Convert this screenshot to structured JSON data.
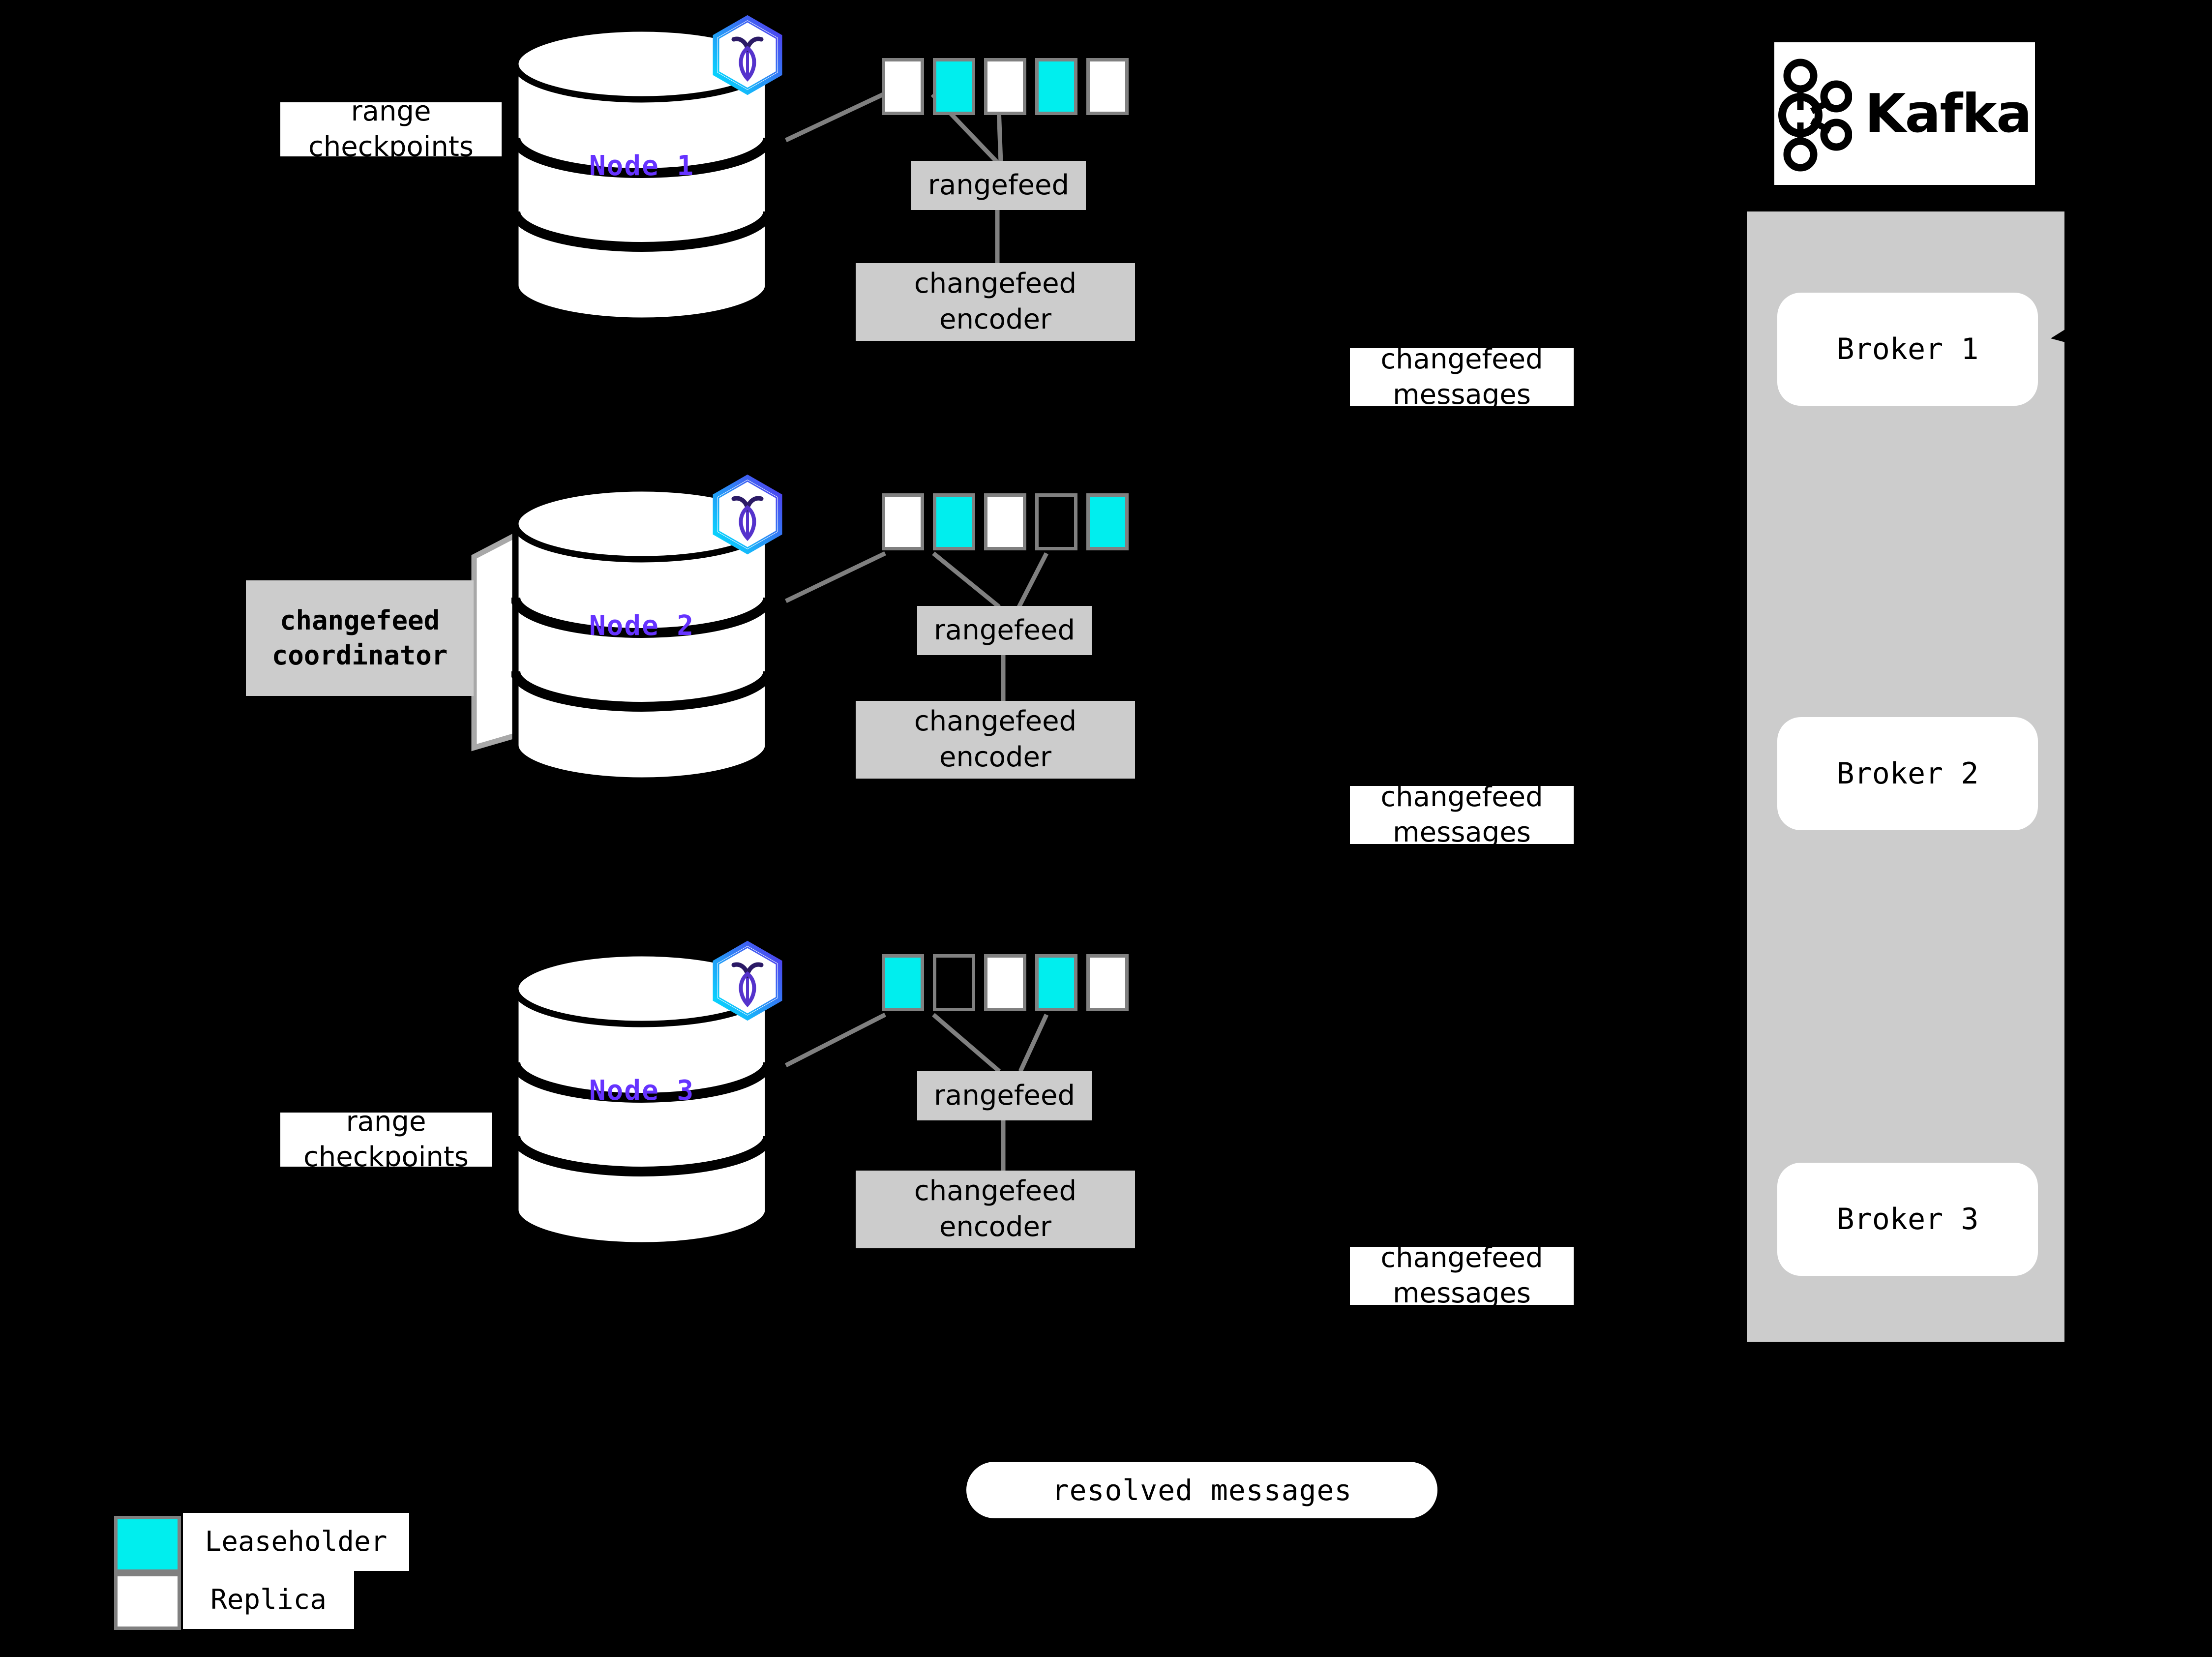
{
  "diagram": {
    "title": "CockroachDB changefeed to Kafka architecture",
    "background": "#000000",
    "colors": {
      "leaseholder": "#00eeee",
      "replica": "#ffffff",
      "range_border": "#808080",
      "process_box": "#cccccc",
      "node_label": "#6633ff",
      "connector": "#808080"
    }
  },
  "nodes": [
    {
      "id": "node-1",
      "label": "Node 1",
      "logo": "cockroachdb-logo-icon",
      "ranges": [
        {
          "kind": "replica",
          "fill": "white"
        },
        {
          "kind": "leaseholder",
          "fill": "cyan"
        },
        {
          "kind": "replica",
          "fill": "white"
        },
        {
          "kind": "leaseholder",
          "fill": "cyan"
        },
        {
          "kind": "replica",
          "fill": "white"
        }
      ],
      "rangefeed_label": "rangefeed",
      "encoder_label": "changefeed\nencoder",
      "encoder_line1": "changefeed",
      "encoder_line2": "encoder",
      "side_label_line1": "range",
      "side_label_line2": "checkpoints",
      "has_side_label": true,
      "has_coordinator": false
    },
    {
      "id": "node-2",
      "label": "Node 2",
      "logo": "cockroachdb-logo-icon",
      "ranges": [
        {
          "kind": "replica",
          "fill": "white"
        },
        {
          "kind": "leaseholder",
          "fill": "cyan"
        },
        {
          "kind": "replica",
          "fill": "white"
        },
        {
          "kind": "empty",
          "fill": "none"
        },
        {
          "kind": "leaseholder",
          "fill": "cyan"
        }
      ],
      "rangefeed_label": "rangefeed",
      "encoder_line1": "changefeed",
      "encoder_line2": "encoder",
      "has_side_label": false,
      "has_coordinator": true,
      "coordinator_line1": "changefeed",
      "coordinator_line2": "coordinator"
    },
    {
      "id": "node-3",
      "label": "Node 3",
      "logo": "cockroachdb-logo-icon",
      "ranges": [
        {
          "kind": "leaseholder",
          "fill": "cyan"
        },
        {
          "kind": "empty",
          "fill": "none"
        },
        {
          "kind": "replica",
          "fill": "white"
        },
        {
          "kind": "leaseholder",
          "fill": "cyan"
        },
        {
          "kind": "replica",
          "fill": "white"
        }
      ],
      "rangefeed_label": "rangefeed",
      "encoder_line1": "changefeed",
      "encoder_line2": "encoder",
      "side_label_line1": "range",
      "side_label_line2": "checkpoints",
      "has_side_label": true,
      "has_coordinator": false
    }
  ],
  "message_labels": [
    {
      "line1": "changefeed",
      "line2": "messages"
    },
    {
      "line1": "changefeed",
      "line2": "messages"
    },
    {
      "line1": "changefeed",
      "line2": "messages"
    }
  ],
  "resolved": {
    "label": "resolved messages"
  },
  "kafka": {
    "wordmark": "Kafka",
    "logo": "kafka-logo-icon",
    "brokers": [
      {
        "label": "Broker 1"
      },
      {
        "label": "Broker 2"
      },
      {
        "label": "Broker 3"
      }
    ]
  },
  "legend": {
    "items": [
      {
        "label": "Leaseholder",
        "swatch": "cyan"
      },
      {
        "label": "Replica",
        "swatch": "white"
      }
    ]
  }
}
